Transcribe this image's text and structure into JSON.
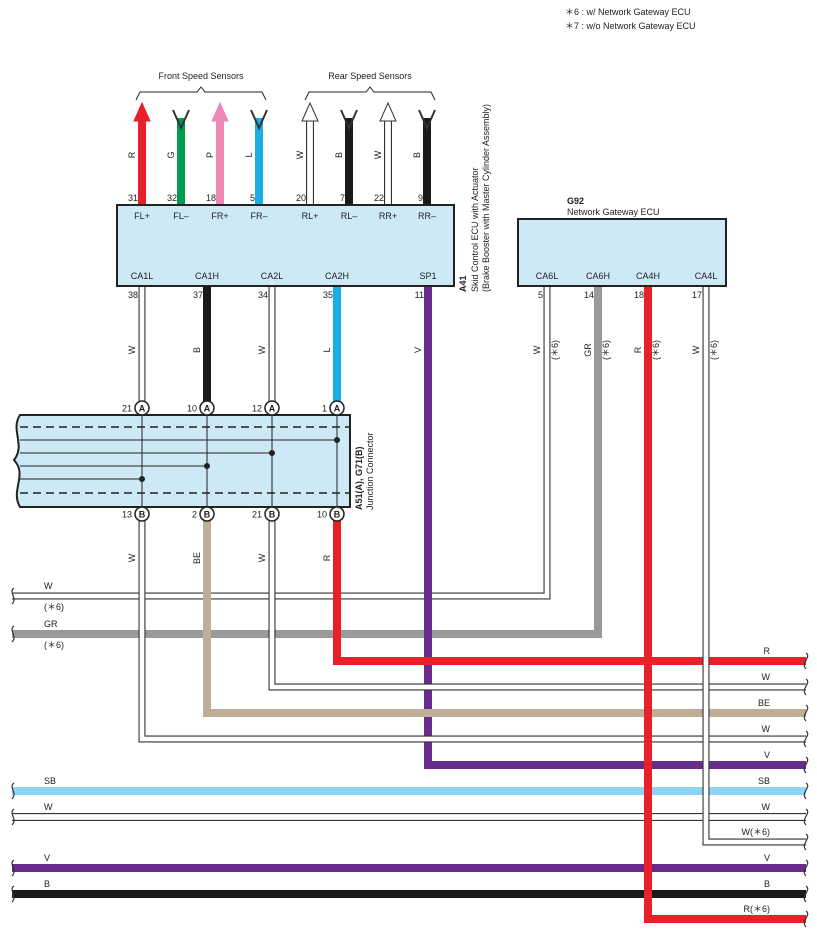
{
  "notes": [
    "＊6 : w/ Network Gateway ECU",
    "＊7 : w/o Network Gateway ECU"
  ],
  "sensor_groups": {
    "front": "Front Speed Sensors",
    "rear": "Rear Speed Sensors"
  },
  "ecu_a41": {
    "code": "A41",
    "name": "Skid Control ECU with Actuator",
    "subname": "(Brake Booster with Master Cylinder Assembly)",
    "top_pins": [
      {
        "pin": "31",
        "label": "FL+",
        "color_code": "R"
      },
      {
        "pin": "32",
        "label": "FL–",
        "color_code": "G"
      },
      {
        "pin": "18",
        "label": "FR+",
        "color_code": "P"
      },
      {
        "pin": "5",
        "label": "FR–",
        "color_code": "L"
      },
      {
        "pin": "20",
        "label": "RL+",
        "color_code": "W"
      },
      {
        "pin": "7",
        "label": "RL–",
        "color_code": "B"
      },
      {
        "pin": "22",
        "label": "RR+",
        "color_code": "W"
      },
      {
        "pin": "9",
        "label": "RR–",
        "color_code": "B"
      }
    ],
    "bottom_pins": [
      {
        "pin": "38",
        "label": "CA1L",
        "color_code": "W"
      },
      {
        "pin": "37",
        "label": "CA1H",
        "color_code": "B"
      },
      {
        "pin": "34",
        "label": "CA2L",
        "color_code": "W"
      },
      {
        "pin": "35",
        "label": "CA2H",
        "color_code": "L"
      },
      {
        "pin": "11",
        "label": "SP1",
        "color_code": "V"
      }
    ]
  },
  "ecu_g92": {
    "code": "G92",
    "name": "Network Gateway ECU",
    "pins": [
      {
        "pin": "5",
        "label": "CA6L",
        "color_code": "W",
        "note": "(＊6)"
      },
      {
        "pin": "14",
        "label": "CA6H",
        "color_code": "GR",
        "note": "(＊6)"
      },
      {
        "pin": "18",
        "label": "CA4H",
        "color_code": "R",
        "note": "(＊6)"
      },
      {
        "pin": "17",
        "label": "CA4L",
        "color_code": "W",
        "note": "(＊6)"
      }
    ]
  },
  "junction": {
    "code": "A51(A), G71(B)",
    "name": "Junction Connector",
    "top_pins": [
      {
        "pin": "21",
        "conn": "A"
      },
      {
        "pin": "10",
        "conn": "A"
      },
      {
        "pin": "12",
        "conn": "A"
      },
      {
        "pin": "1",
        "conn": "A"
      }
    ],
    "bottom_pins": [
      {
        "pin": "13",
        "conn": "B",
        "color_code": "W"
      },
      {
        "pin": "2",
        "conn": "B",
        "color_code": "BE"
      },
      {
        "pin": "21",
        "conn": "B",
        "color_code": "W"
      },
      {
        "pin": "10",
        "conn": "B",
        "color_code": "R"
      }
    ]
  },
  "left_wires": [
    {
      "label": "W",
      "note": "(＊6)"
    },
    {
      "label": "GR",
      "note": "(＊6)"
    },
    {
      "label": "SB",
      "note": ""
    },
    {
      "label": "W",
      "note": ""
    },
    {
      "label": "V",
      "note": ""
    },
    {
      "label": "B",
      "note": ""
    }
  ],
  "right_wires": [
    "R",
    "W",
    "BE",
    "W",
    "V",
    "SB",
    "W",
    "W(＊6)",
    "V",
    "B",
    "R(＊6)"
  ],
  "colors": {
    "R": "#e8202a",
    "G": "#009b4e",
    "P": "#ee86b6",
    "L": "#1aaee6",
    "W": "#ffffff",
    "B": "#1a1a1a",
    "V": "#6a2c8c",
    "GR": "#9a9a9a",
    "BE": "#bfae96",
    "SB": "#8fd4f2",
    "ecu_fill": "#cde9f6"
  }
}
